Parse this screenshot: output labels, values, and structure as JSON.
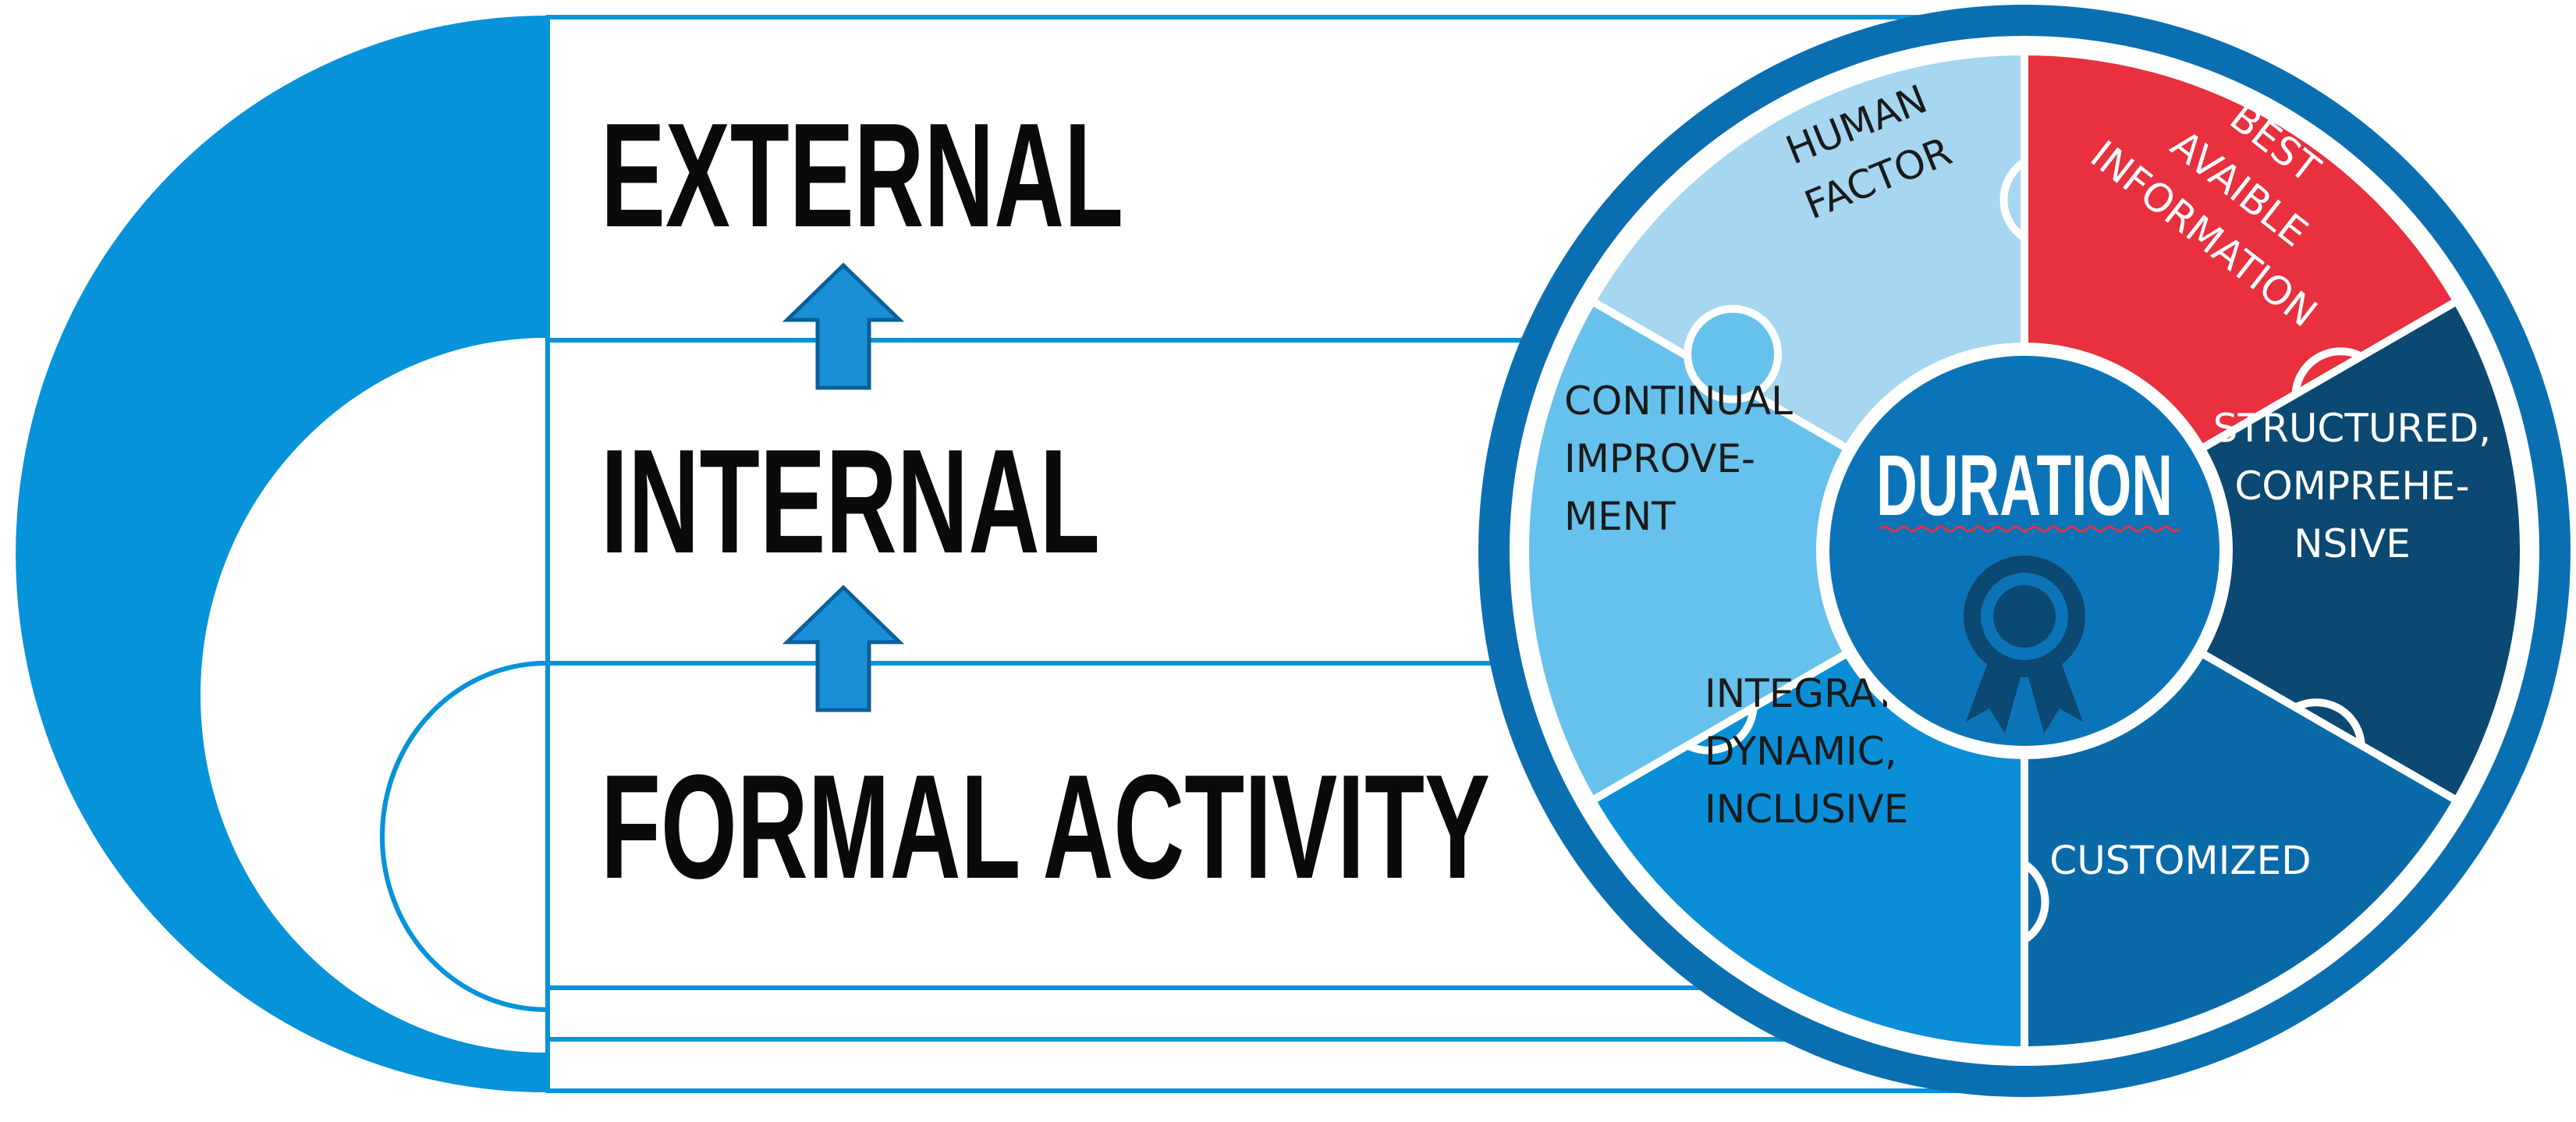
{
  "levels": [
    {
      "id": "external",
      "label": "EXTERNAL"
    },
    {
      "id": "internal",
      "label": "INTERNAL"
    },
    {
      "id": "formal",
      "label": "FORMAL ACTIVITY"
    }
  ],
  "wheel": {
    "center_title": "DURATION",
    "center_icon": "award-ribbon-icon",
    "pieces": [
      {
        "id": "human-factor",
        "lines": [
          "HUMAN",
          "FACTOR"
        ],
        "color": "#a6d6f0",
        "text_color": "#1a1a1a"
      },
      {
        "id": "best-info",
        "lines": [
          "BEST",
          "AVAIBLE",
          "INFORMATION"
        ],
        "color": "#e8303f",
        "text_color": "#ffffff"
      },
      {
        "id": "structured",
        "lines": [
          "STRUCTURED,",
          "COMPREHE-",
          "NSIVE"
        ],
        "color": "#0b4872",
        "text_color": "#ffffff"
      },
      {
        "id": "customized",
        "lines": [
          "CUSTOMIZED"
        ],
        "color": "#0a6aa8",
        "text_color": "#ffffff"
      },
      {
        "id": "integrated",
        "lines": [
          "INTEGRATED,",
          "DYNAMIC,",
          "INCLUSIVE"
        ],
        "color": "#0a8ed8",
        "text_color": "#1a1a1a"
      },
      {
        "id": "continual",
        "lines": [
          "CONTINUAL",
          "IMPROVE-",
          "MENT"
        ],
        "color": "#66c1ec",
        "text_color": "#1a1a1a"
      }
    ]
  },
  "colors": {
    "primary_blue": "#0693d9",
    "ring_blue": "#0a6fb0",
    "center_blue": "#0b74b8",
    "arrow_blue": "#1a8fd6",
    "arrow_border": "#0a5f9a"
  }
}
